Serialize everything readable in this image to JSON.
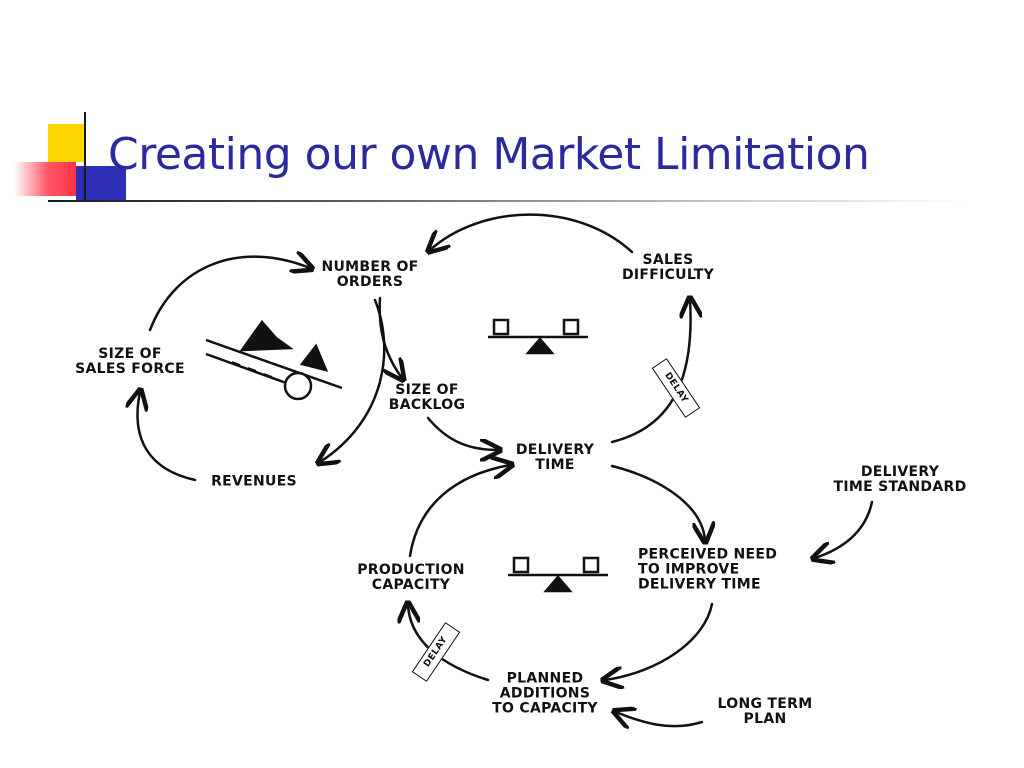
{
  "slide": {
    "title": "Creating our own Market Limitation",
    "colors": {
      "title": "#2a2a9e",
      "deco_yellow": "#ffd600",
      "deco_red": "#ff3344",
      "deco_blue": "#2e2eb8",
      "ink": "#111111"
    }
  },
  "diagram": {
    "nodes": {
      "number_of_orders": [
        "NUMBER OF",
        "ORDERS"
      ],
      "sales_difficulty": [
        "SALES",
        "DIFFICULTY"
      ],
      "size_of_sales_force": [
        "SIZE OF",
        "SALES FORCE"
      ],
      "size_of_backlog": [
        "SIZE OF",
        "BACKLOG"
      ],
      "revenues": [
        "REVENUES"
      ],
      "delivery_time": [
        "DELIVERY",
        "TIME"
      ],
      "delivery_time_standard": [
        "DELIVERY",
        "TIME STANDARD"
      ],
      "production_capacity": [
        "PRODUCTION",
        "CAPACITY"
      ],
      "perceived_need": [
        "PERCEIVED NEED",
        "TO IMPROVE",
        "DELIVERY TIME"
      ],
      "planned_additions": [
        "PLANNED",
        "ADDITIONS",
        "TO CAPACITY"
      ],
      "long_term_plan": [
        "LONG TERM",
        "PLAN"
      ]
    },
    "delay_label": "DELAY",
    "icons": [
      "balance-scale-icon",
      "balance-scale-icon",
      "snowball-mountain-icon"
    ]
  }
}
